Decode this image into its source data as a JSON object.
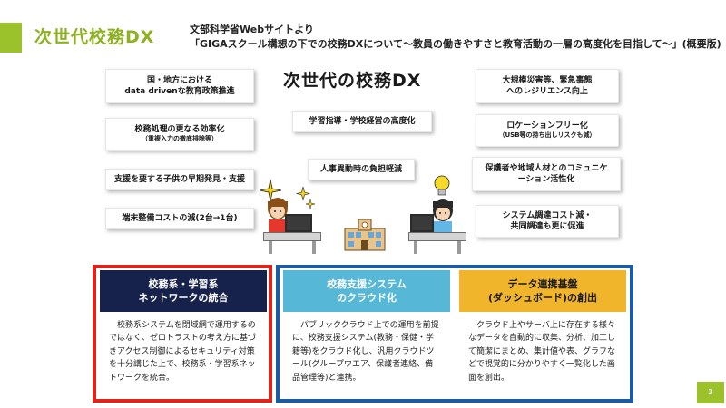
{
  "header": {
    "title": "次世代校務DX",
    "source_line1": "文部科学省Webサイトより",
    "source_line2": "「GIGAスクール構想の下での校務DXについて〜教員の働きやすさと教育活動の一層の高度化を目指して〜」(概要版)"
  },
  "main_title": "次世代の校務DX",
  "left_tags": [
    {
      "line1": "国・地方における",
      "line2": "data drivenな教育政策推進"
    },
    {
      "line1": "校務処理の更なる効率化",
      "sub": "（重複入力の徹底排除等）"
    },
    {
      "line1": "支援を要する子供の早期発見・支援"
    },
    {
      "line1": "端末整備コストの減(2台→1台)"
    }
  ],
  "center_tags": [
    {
      "line1": "学習指導・学校経営の高度化"
    },
    {
      "line1": "人事異動時の負担軽減"
    }
  ],
  "right_tags": [
    {
      "line1": "大規模災害等、緊急事態",
      "line2": "へのレジリエンス向上"
    },
    {
      "line1": "ロケーションフリー化",
      "sub": "（USB等の持ち出しリスクも減）"
    },
    {
      "line1": "保護者や地域人材とのコミュニケ",
      "line2": "ーション活性化"
    },
    {
      "line1": "システム調達コスト減・",
      "line2": "共同調達も更に促進"
    }
  ],
  "panels": [
    {
      "title1": "校務系・学習系",
      "title2": "ネットワークの統合",
      "color": "#16224b",
      "body": "校務系システムを閉域網で運用するのではなく、ゼロトラストの考え方に基づきアクセス制御によるセキュリティ対策を十分講じた上で、校務系・学習系ネットワークを統合。"
    },
    {
      "title1": "校務支援システム",
      "title2": "のクラウド化",
      "color": "#56b8d6",
      "body": "パブリッククラウド上での運用を前提に、校務支援システム(教務・保健・学籍等)をクラウド化し、汎用クラウドツール(グループウエア、保護者連絡、備品管理等)と連携。"
    },
    {
      "title1": "データ連携基盤",
      "title2": "(ダッシュボード)の創出",
      "color": "#f1b52b",
      "body": "クラウド上やサーバ上に存在する様々なデータを自動的に収集、分析、加工して簡潔にまとめ、集計値や表、グラフなどで視覚的に分かりやすく一覧化した画面を創出。"
    }
  ],
  "page_number": "3",
  "colors": {
    "accent_green": "#9bc22a",
    "red_outline": "#e2231a",
    "blue_outline": "#1a5ba6"
  }
}
